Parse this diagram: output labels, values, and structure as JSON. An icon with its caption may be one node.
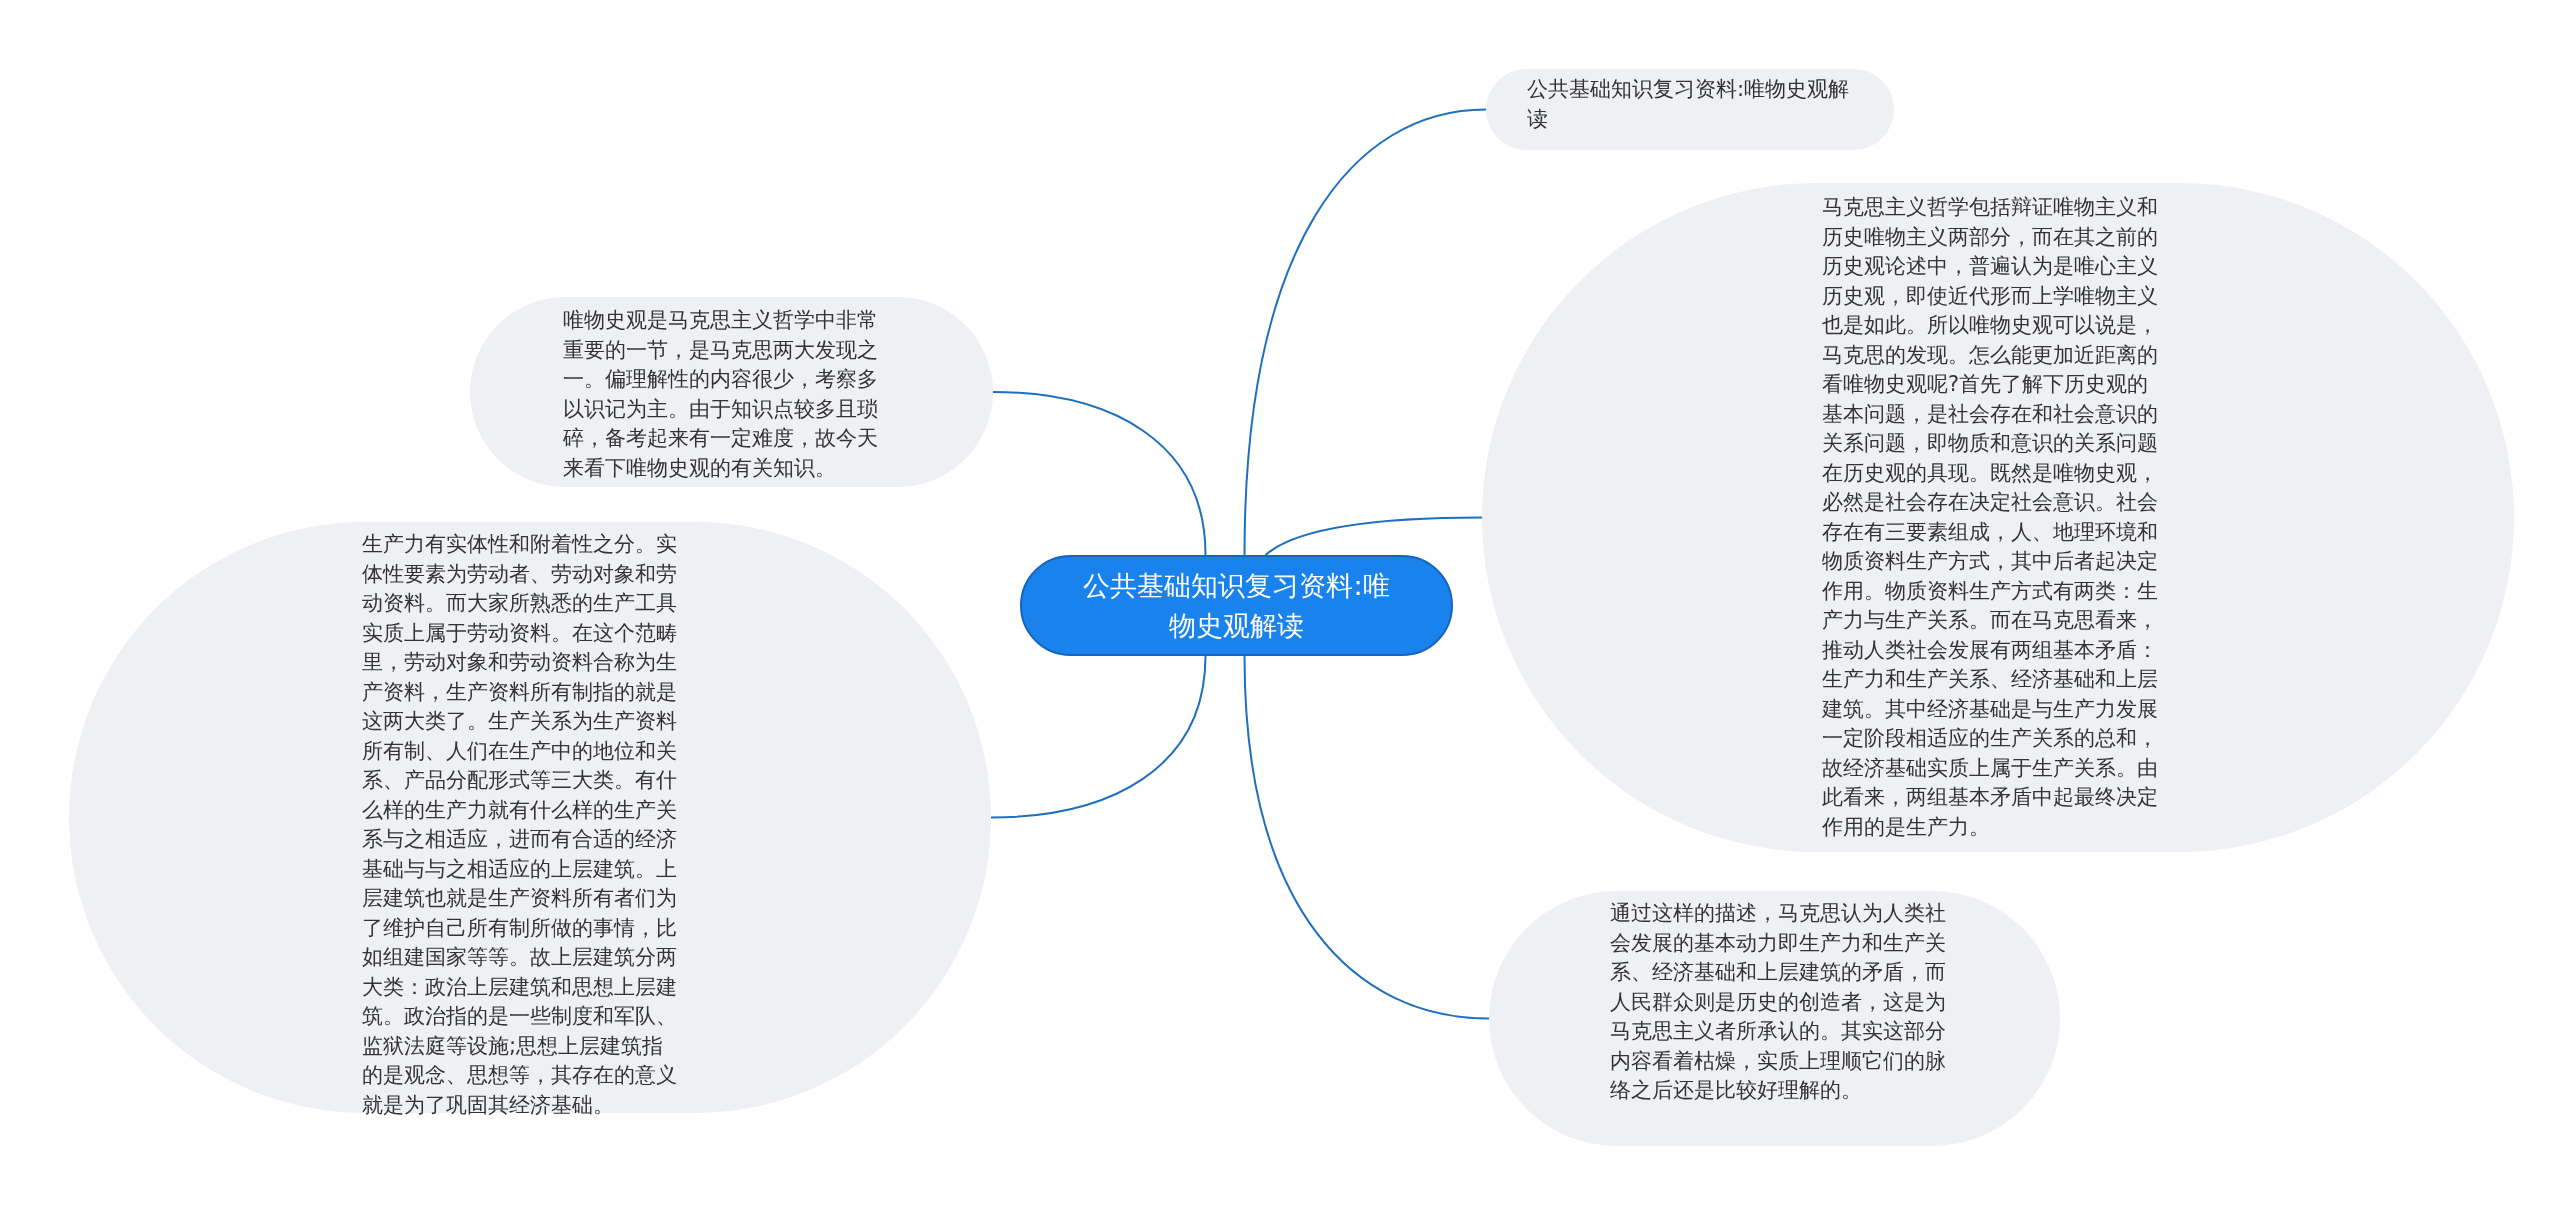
{
  "diagram": {
    "nodes": [
      {
        "text": [
          "公共基础知识复习资料:唯物史观解读"
        ]
      },
      {
        "text": [
          "公共基础知识复习资料:唯物史观解读"
        ]
      },
      {
        "text": [
          "唯物史观是马克思主义哲学中非常重要的一节，是马克思两大发现之一。偏理解性的内容很少，考察多以识记为主。由于知识点较多且琐碎，备考起来有一定难度，故今天来看下唯物史观的有关知识。"
        ]
      },
      {
        "text": [
          "马克思主义哲学包括辩证唯物主义和历史唯物主义两部分，而在其之前的历史观论述中，普遍认为是唯心主义历史观，即使近代形而上学唯物主义也是如此。所以唯物史观可以说是，马克思的发现。怎么能更加近距离的看唯物史观呢?首先了解下历史观的基本问题，是社会存在和社会意识的关系问题，即物质和意识的关系问题在历史观的具现。既然是唯物史观，必然是社会存在决定社会意识。社会存在有三要素组成，人、地理环境和物质资料生产方式，其中后者起决定作用。物质资料生产方式有两类：生产力与生产关系。而在马克思看来，推动人类社会发展有两组基本矛盾：生产力和生产关系、经济基础和上层建筑。其中经济基础是与生产力发展一定阶段相适应的生产关系的总和，故经济基础实质上属于生产关系。由此看来，两组基本矛盾中起最终决定作用的是生产力。"
        ]
      },
      {
        "text": [
          "生产力有实体性和附着性之分。实体性要素为劳动者、劳动对象和劳动资料。而大家所熟悉的生产工具实质上属于劳动资料。在这个范畴里，劳动对象和劳动资料合称为生产资料，生产资料所有制指的就是这两大类了。生产关系为生产资料所有制、人们在生产中的地位和关系、产品分配形式等三大类。有什么样的生产力就有什么样的生产关系与之相适应，进而有合适的经济基础与与之相适应的上层建筑。上层建筑也就是生产资料所有者们为了维护自己所有制所做的事情，比如组建国家等等。故上层建筑分两大类：政治上层建筑和思想上层建筑。政治指的是一些制度和军队、监狱法庭等设施;思想上层建筑指的是观念、思想等，其存在的意义就是为了巩固其经济基础。"
        ]
      },
      {
        "text": [
          "通过这样的描述，马克思认为人类社会发展的基本动力即生产力和生产关系、经济基础和上层建筑的矛盾，而人民群众则是历史的创造者，这是为马克思主义者所承认的。其实这部分内容看着枯燥，实质上理顺它们的脉络之后还是比较好理解的。"
        ]
      }
    ],
    "edges": [
      {
        "from": 0,
        "to": 1,
        "arrow": "none"
      },
      {
        "from": 0,
        "to": 3,
        "arrow": "none"
      },
      {
        "from": 0,
        "to": 5,
        "arrow": "none"
      },
      {
        "from": 0,
        "to": 2,
        "arrow": "none"
      },
      {
        "from": 0,
        "to": 4,
        "arrow": "none"
      }
    ]
  }
}
